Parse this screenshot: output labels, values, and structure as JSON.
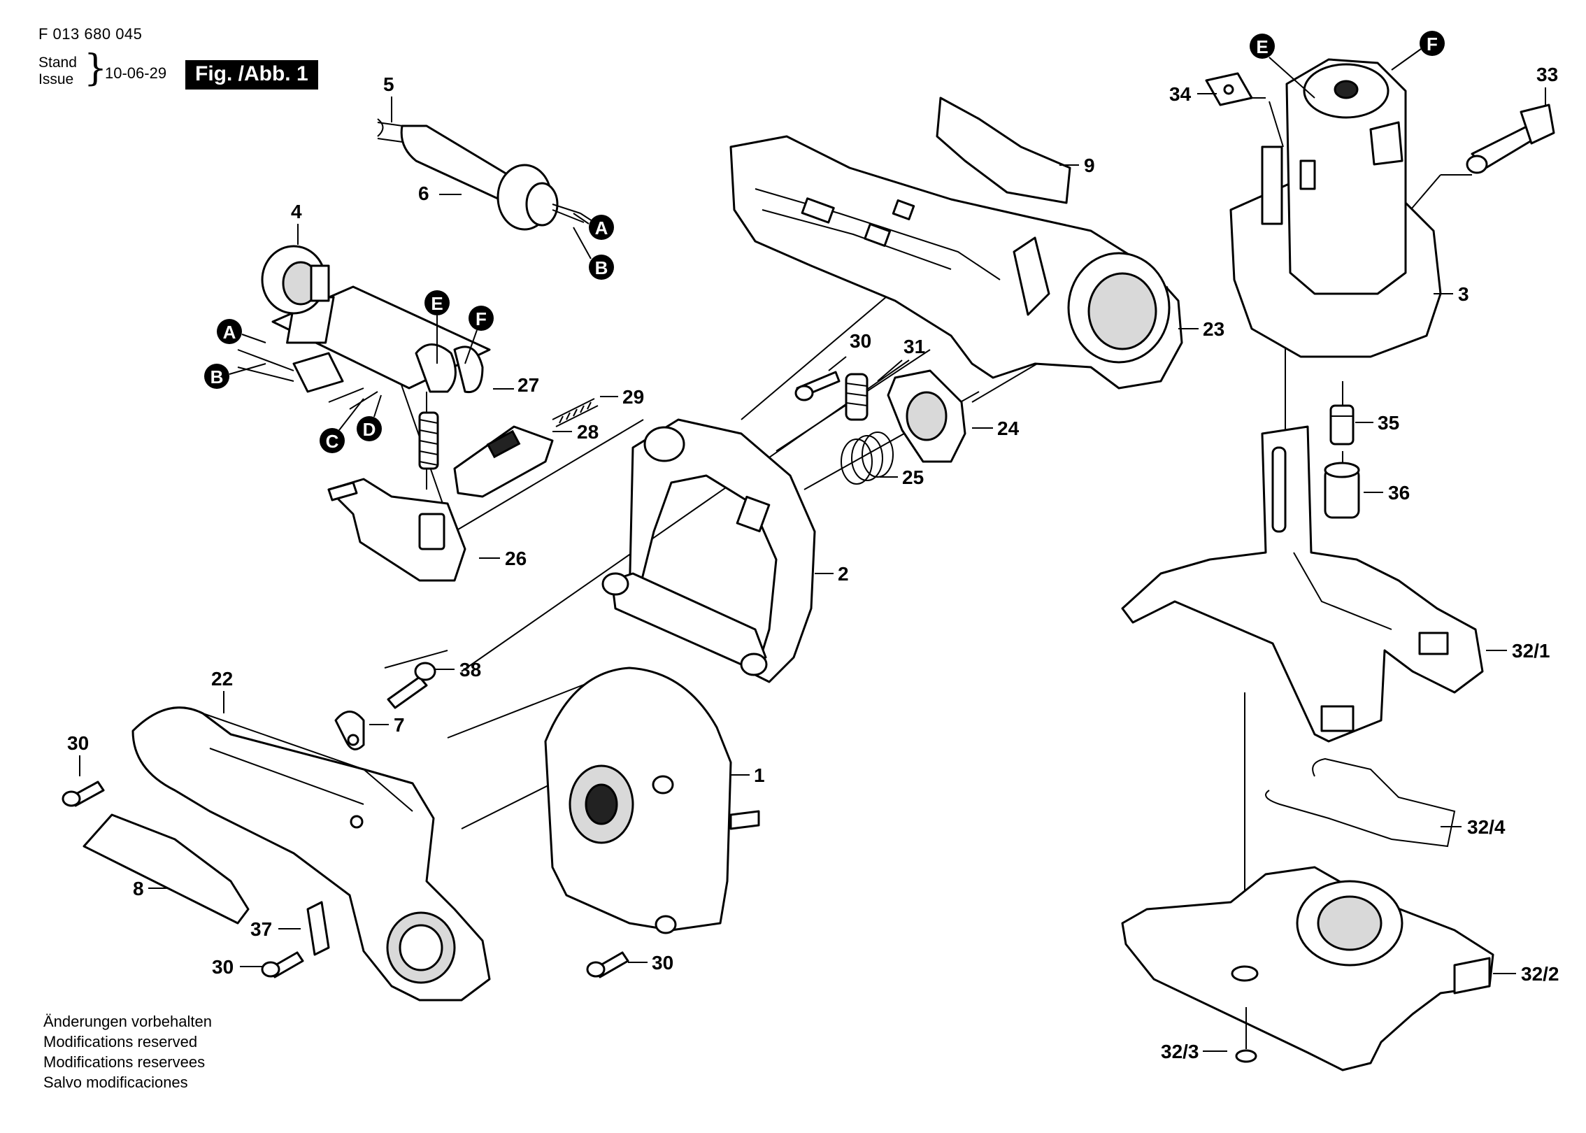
{
  "header": {
    "doc_number": "F 013 680 045",
    "stand_label": "Stand",
    "issue_label": "Issue",
    "date": "10-06-29",
    "figure_label": "Fig. /Abb. 1"
  },
  "footer": {
    "lines": [
      "Änderungen vorbehalten",
      "Modifications reserved",
      "Modifications reservees",
      "Salvo modificaciones"
    ]
  },
  "callouts": {
    "c1": "1",
    "c2": "2",
    "c3": "3",
    "c4": "4",
    "c5": "5",
    "c6": "6",
    "c7": "7",
    "c8": "8",
    "c9": "9",
    "c22": "22",
    "c23": "23",
    "c24": "24",
    "c25": "25",
    "c26": "26",
    "c27": "27",
    "c28": "28",
    "c29": "29",
    "c30a": "30",
    "c30b": "30",
    "c30c": "30",
    "c30d": "30",
    "c31": "31",
    "c33": "33",
    "c34": "34",
    "c35": "35",
    "c36": "36",
    "c37": "37",
    "c38": "38",
    "c32_1": "32/1",
    "c32_2": "32/2",
    "c32_3": "32/3",
    "c32_4": "32/4"
  },
  "connection_markers": {
    "A_cable": "A",
    "B_cable": "B",
    "A_board": "A",
    "B_board": "B",
    "C_board": "C",
    "D_board": "D",
    "E_board": "E",
    "F_board": "F",
    "E_motor": "E",
    "F_motor": "F"
  }
}
